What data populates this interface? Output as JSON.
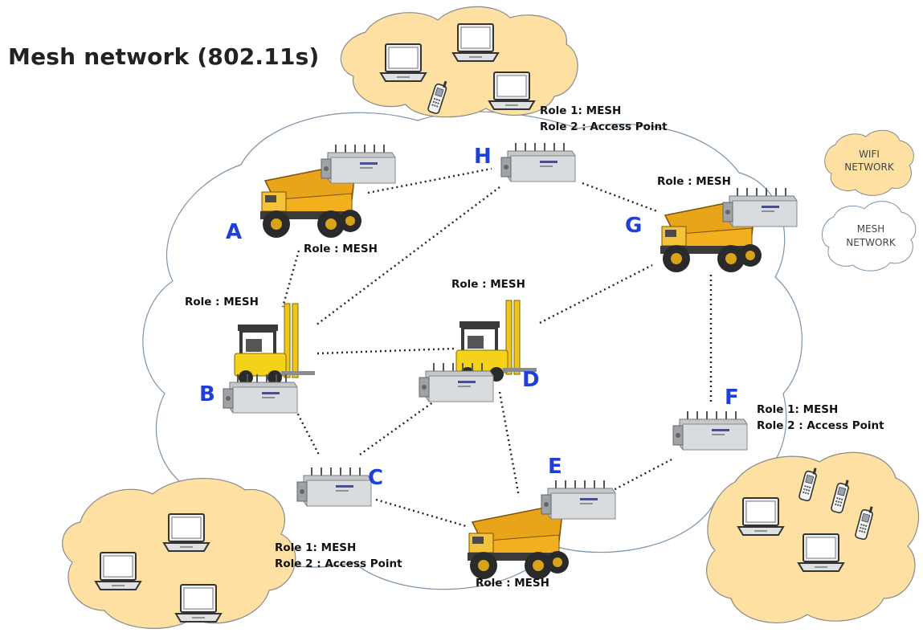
{
  "title": "Mesh network (802.11s)",
  "nodes": {
    "A": {
      "letter": "A",
      "role": "Role : MESH"
    },
    "B": {
      "letter": "B",
      "role": "Role : MESH"
    },
    "C": {
      "letter": "C",
      "role1": "Role 1: MESH",
      "role2": "Role 2 : Access Point"
    },
    "D": {
      "letter": "D",
      "role": "Role : MESH"
    },
    "E": {
      "letter": "E",
      "role": "Role : MESH"
    },
    "F": {
      "letter": "F",
      "role1": "Role 1: MESH",
      "role2": "Role 2 : Access Point"
    },
    "G": {
      "letter": "G",
      "role": "Role : MESH"
    },
    "H": {
      "letter": "H",
      "role1": "Role 1: MESH",
      "role2": "Role 2 : Access Point"
    }
  },
  "legend": {
    "wifi_line1": "WIFI",
    "wifi_line2": "NETWORK",
    "mesh_line1": "MESH",
    "mesh_line2": "NETWORK"
  },
  "colors": {
    "wifi_cloud": "#fde0a2",
    "mesh_cloud_stroke": "#7b93a8",
    "node_letter": "#1f3fd6",
    "truck_yellow": "#f2b01e",
    "forklift_yellow": "#f5d21a",
    "device_grey": "#c6c9cc"
  },
  "icons": [
    "laptop-icon",
    "phone-icon",
    "haul-truck-icon",
    "forklift-icon",
    "mesh-router-icon"
  ]
}
